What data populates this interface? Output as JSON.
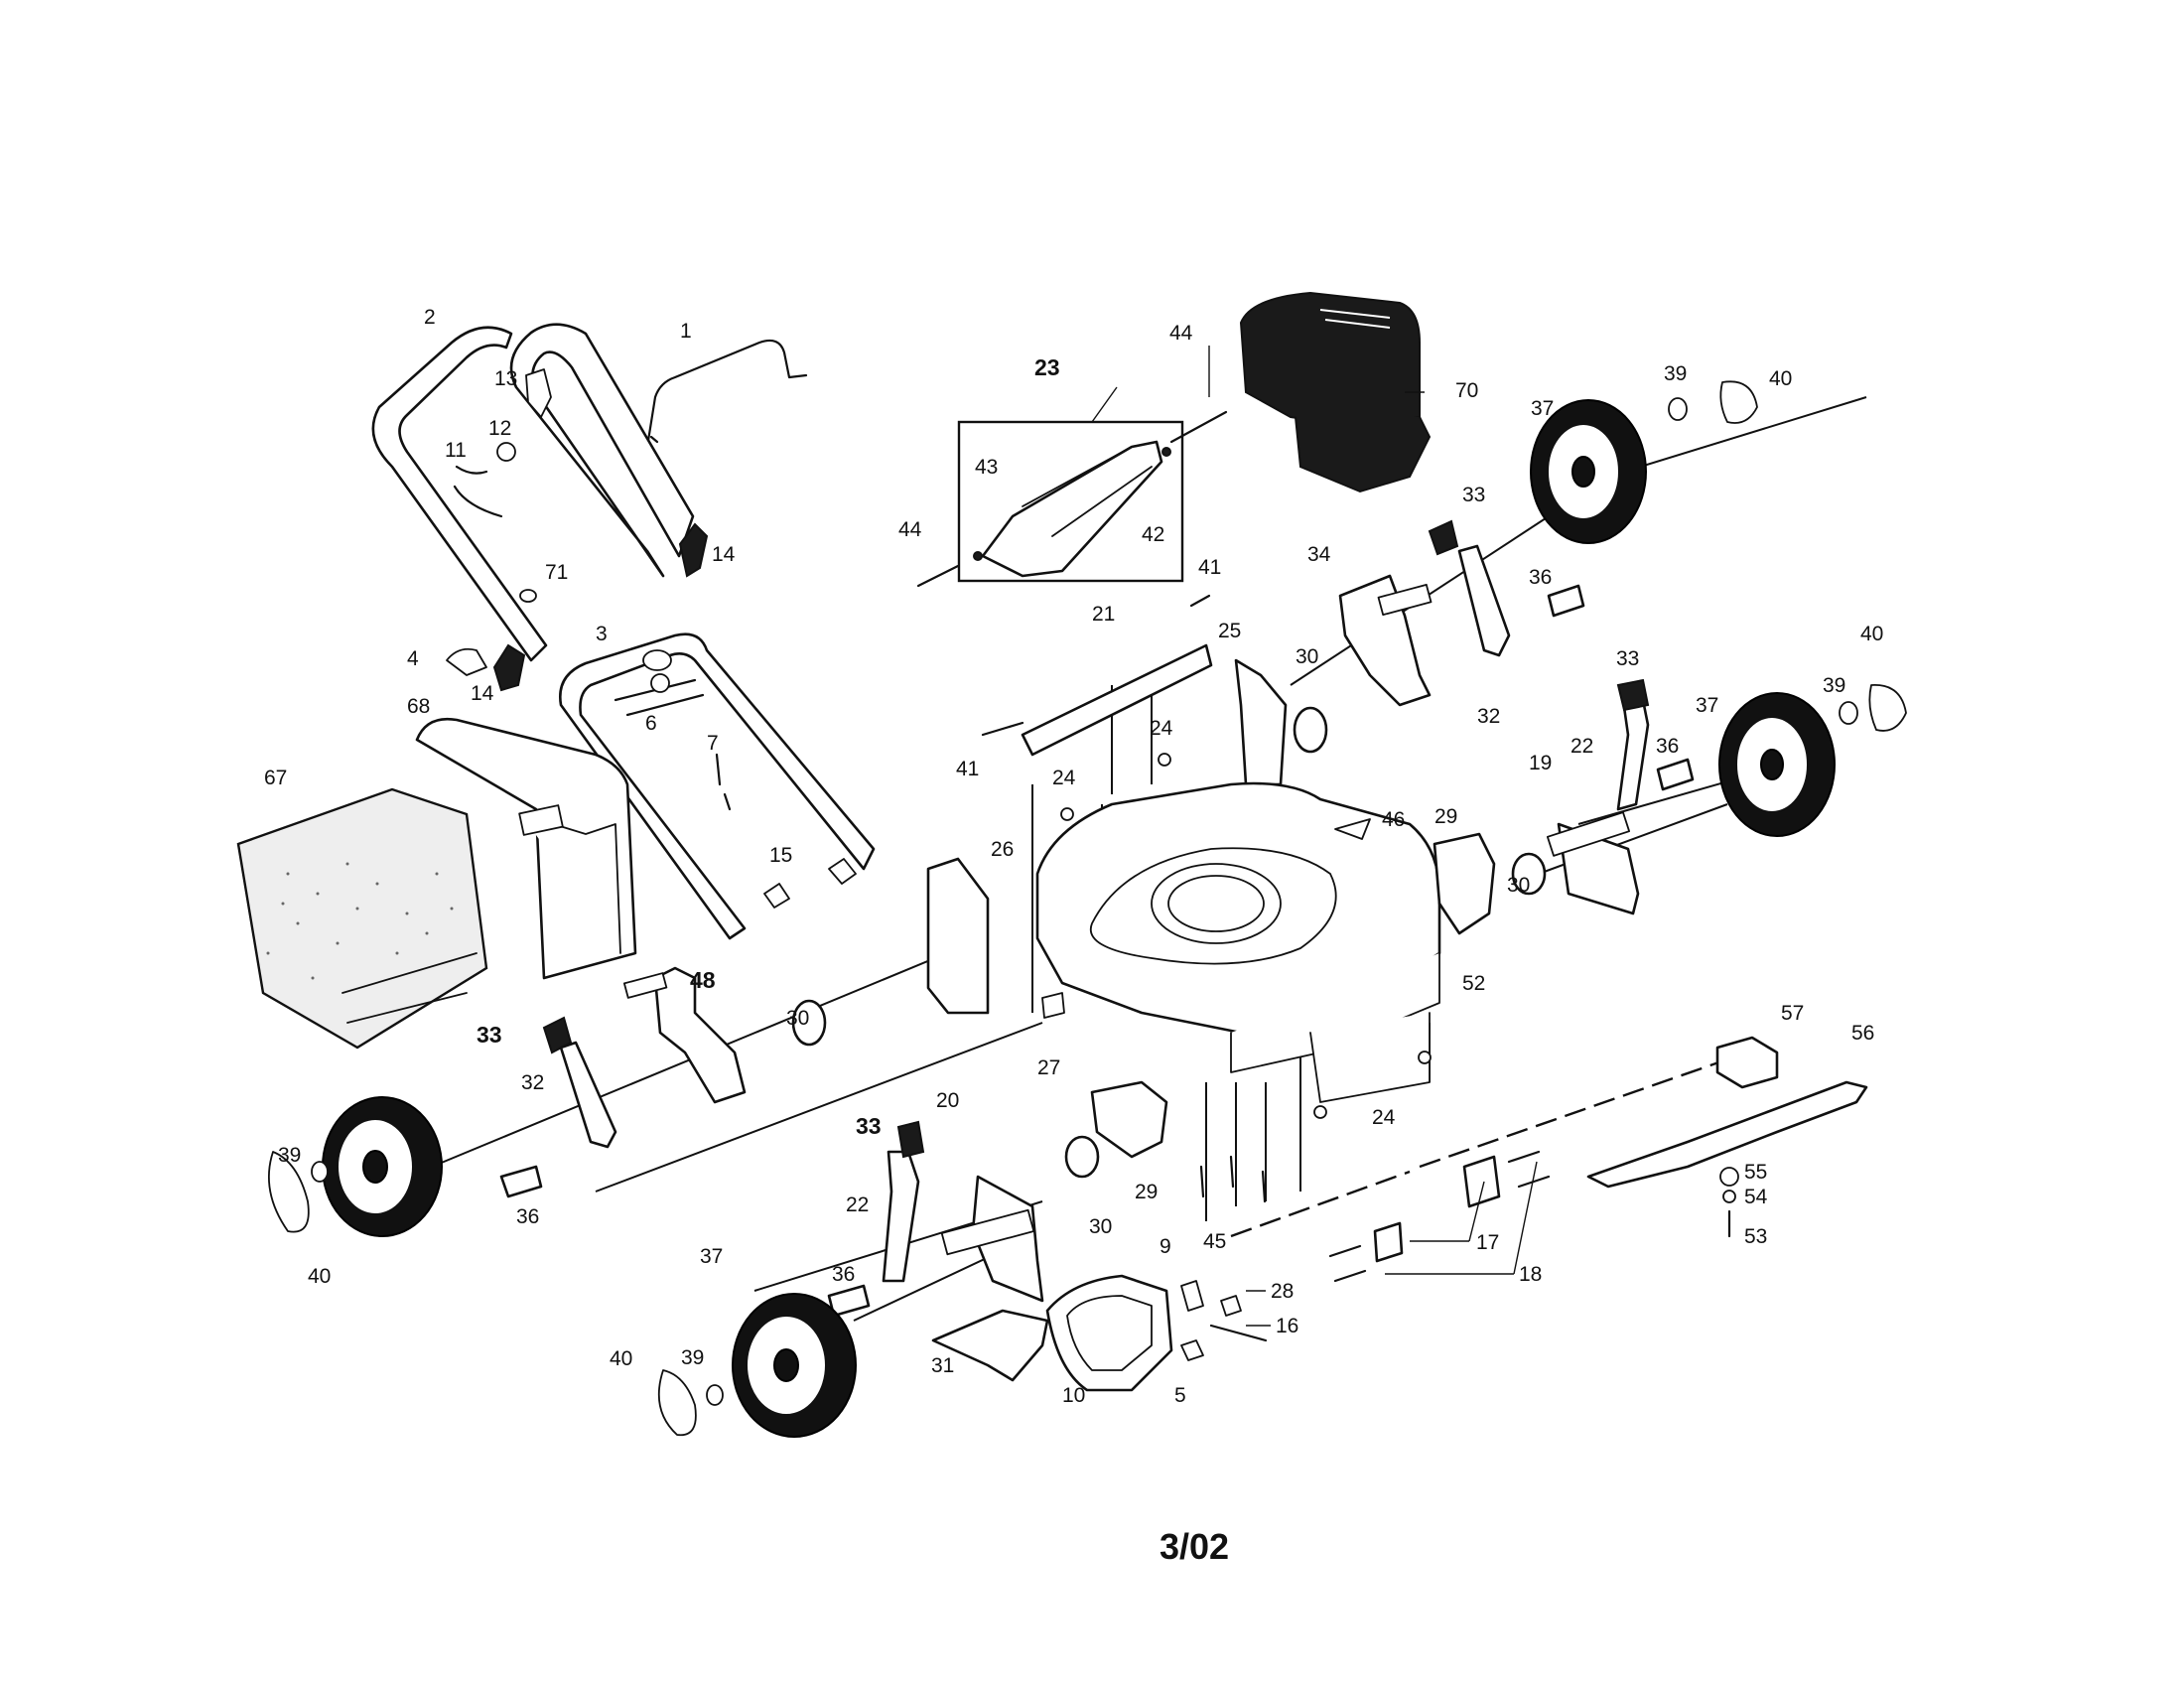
{
  "footer_date": "3/02",
  "callouts": [
    {
      "id": "c1",
      "text": "1"
    },
    {
      "id": "c2",
      "text": "2"
    },
    {
      "id": "c3",
      "text": "3"
    },
    {
      "id": "c4",
      "text": "4"
    },
    {
      "id": "c5",
      "text": "5"
    },
    {
      "id": "c6",
      "text": "6"
    },
    {
      "id": "c7",
      "text": "7"
    },
    {
      "id": "c9",
      "text": "9"
    },
    {
      "id": "c10",
      "text": "10"
    },
    {
      "id": "c11",
      "text": "11"
    },
    {
      "id": "c12",
      "text": "12"
    },
    {
      "id": "c13",
      "text": "13"
    },
    {
      "id": "c14a",
      "text": "14"
    },
    {
      "id": "c14b",
      "text": "14"
    },
    {
      "id": "c15",
      "text": "15"
    },
    {
      "id": "c16",
      "text": "16"
    },
    {
      "id": "c17",
      "text": "17"
    },
    {
      "id": "c18",
      "text": "18"
    },
    {
      "id": "c19",
      "text": "19"
    },
    {
      "id": "c20",
      "text": "20"
    },
    {
      "id": "c21",
      "text": "21"
    },
    {
      "id": "c22a",
      "text": "22"
    },
    {
      "id": "c22b",
      "text": "22"
    },
    {
      "id": "c23",
      "text": "23"
    },
    {
      "id": "c24a",
      "text": "24"
    },
    {
      "id": "c24b",
      "text": "24"
    },
    {
      "id": "c24c",
      "text": "24"
    },
    {
      "id": "c25",
      "text": "25"
    },
    {
      "id": "c26",
      "text": "26"
    },
    {
      "id": "c27",
      "text": "27"
    },
    {
      "id": "c28",
      "text": "28"
    },
    {
      "id": "c29a",
      "text": "29"
    },
    {
      "id": "c29b",
      "text": "29"
    },
    {
      "id": "c30a",
      "text": "30"
    },
    {
      "id": "c30b",
      "text": "30"
    },
    {
      "id": "c30c",
      "text": "30"
    },
    {
      "id": "c30d",
      "text": "30"
    },
    {
      "id": "c31",
      "text": "31"
    },
    {
      "id": "c32a",
      "text": "32"
    },
    {
      "id": "c32b",
      "text": "32"
    },
    {
      "id": "c33a",
      "text": "33"
    },
    {
      "id": "c33b",
      "text": "33"
    },
    {
      "id": "c33c",
      "text": "33"
    },
    {
      "id": "c33d",
      "text": "33"
    },
    {
      "id": "c34",
      "text": "34"
    },
    {
      "id": "c36a",
      "text": "36"
    },
    {
      "id": "c36b",
      "text": "36"
    },
    {
      "id": "c36c",
      "text": "36"
    },
    {
      "id": "c36d",
      "text": "36"
    },
    {
      "id": "c37a",
      "text": "37"
    },
    {
      "id": "c37b",
      "text": "37"
    },
    {
      "id": "c37c",
      "text": "37"
    },
    {
      "id": "c39a",
      "text": "39"
    },
    {
      "id": "c39b",
      "text": "39"
    },
    {
      "id": "c39c",
      "text": "39"
    },
    {
      "id": "c39d",
      "text": "39"
    },
    {
      "id": "c40a",
      "text": "40"
    },
    {
      "id": "c40b",
      "text": "40"
    },
    {
      "id": "c40c",
      "text": "40"
    },
    {
      "id": "c40d",
      "text": "40"
    },
    {
      "id": "c41a",
      "text": "41"
    },
    {
      "id": "c41b",
      "text": "41"
    },
    {
      "id": "c42",
      "text": "42"
    },
    {
      "id": "c43",
      "text": "43"
    },
    {
      "id": "c44a",
      "text": "44"
    },
    {
      "id": "c44b",
      "text": "44"
    },
    {
      "id": "c45",
      "text": "45"
    },
    {
      "id": "c46",
      "text": "46"
    },
    {
      "id": "c48",
      "text": "48"
    },
    {
      "id": "c52",
      "text": "52"
    },
    {
      "id": "c53",
      "text": "53"
    },
    {
      "id": "c54",
      "text": "54"
    },
    {
      "id": "c55",
      "text": "55"
    },
    {
      "id": "c56",
      "text": "56"
    },
    {
      "id": "c57",
      "text": "57"
    },
    {
      "id": "c67",
      "text": "67"
    },
    {
      "id": "c68",
      "text": "68"
    },
    {
      "id": "c70",
      "text": "70"
    },
    {
      "id": "c71",
      "text": "71"
    }
  ]
}
